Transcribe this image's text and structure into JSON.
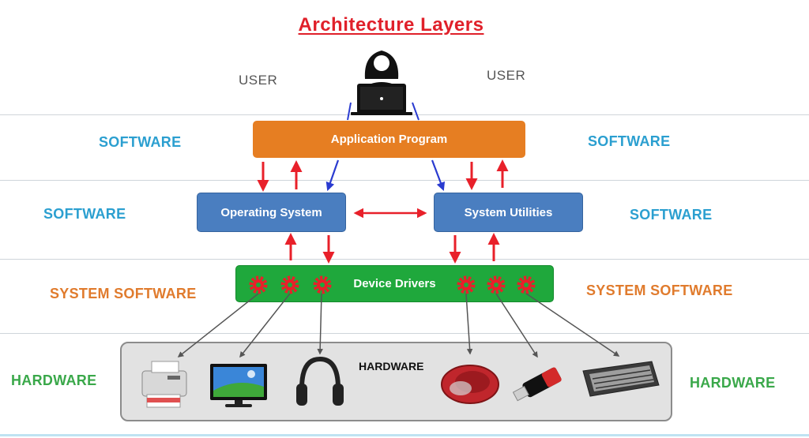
{
  "title": "Architecture  Layers",
  "user": {
    "left": "USER",
    "right": "USER"
  },
  "layers": {
    "software_row1": {
      "left": "SOFTWARE",
      "right": "SOFTWARE",
      "color": "#2b9fd0"
    },
    "software_row2": {
      "left": "SOFTWARE",
      "right": "SOFTWARE",
      "color": "#2b9fd0"
    },
    "system_software": {
      "left": "SYSTEM  SOFTWARE",
      "right": "SYSTEM  SOFTWARE",
      "color": "#e07b2d"
    },
    "hardware": {
      "left": "HARDWARE",
      "right": "HARDWARE",
      "color": "#3aa84a"
    }
  },
  "boxes": {
    "application_program": {
      "label": "Application  Program",
      "color": "#e67e22"
    },
    "operating_system": {
      "label": "Operating  System",
      "color": "#4a7ec0"
    },
    "system_utilities": {
      "label": "System  Utilities",
      "color": "#4a7ec0"
    },
    "device_drivers": {
      "label": "Device  Drivers",
      "color": "#1fa83c"
    }
  },
  "hardware_panel": {
    "label": "HARDWARE"
  },
  "devices": [
    "printer-icon",
    "monitor-icon",
    "headphones-icon",
    "mouse-icon",
    "usb-drive-icon",
    "keyboard-icon"
  ],
  "colors": {
    "red_arrow": "#e8202a",
    "blue_arrow": "#2a3bd0",
    "gear": "#e8202a",
    "title": "#e0202a"
  }
}
